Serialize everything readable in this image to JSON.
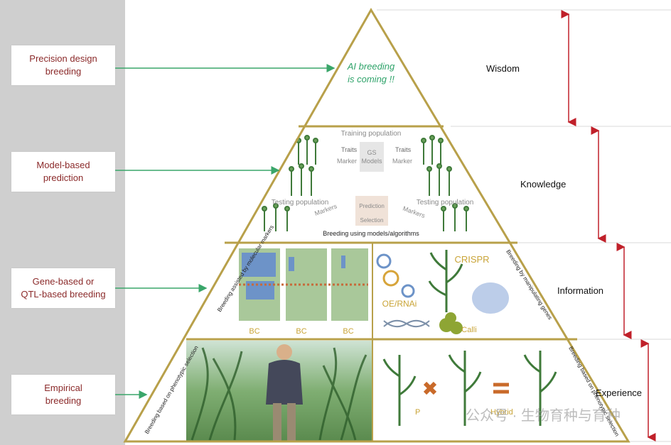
{
  "left_boxes": [
    {
      "line1": "Precision design",
      "line2": "breeding"
    },
    {
      "line1": "Model-based",
      "line2": "prediction"
    },
    {
      "line1": "Gene-based or",
      "line2": "QTL-based breeding"
    },
    {
      "line1": "Empirical",
      "line2": "breeding"
    }
  ],
  "levels": [
    "Wisdom",
    "Knowledge",
    "Information",
    "Experience"
  ],
  "apex": {
    "line1": "AI breeding",
    "line2": "is coming !!"
  },
  "model_tier": {
    "training_population": "Training population",
    "testing_population_left": "Testing population",
    "testing_population_right": "Testing population",
    "traits_left": "Traits",
    "marker_left": "Marker",
    "traits_right": "Traits",
    "marker_right": "Marker",
    "gs_line1": "GS",
    "gs_line2": "Models",
    "prediction": "Prediction",
    "selection": "Selection",
    "markers_left": "Markers",
    "markers_right": "Markers",
    "caption": "Breeding using models/algorithms"
  },
  "gene_tier": {
    "side_left": "Breeding assisted by molecular markers",
    "bc1": "BC",
    "bc2": "BC",
    "bc3": "BC",
    "oe_rnai": "OE/RNAi",
    "crispr": "CRISPR",
    "calli": "Calli",
    "side_right": "Breeding by manipulating genes"
  },
  "empirical_tier": {
    "side_left": "Breeding based on phenotypic selection",
    "p_label": "P",
    "hybrid_label": "Hybrid",
    "side_right": "Breeding based on phenotypic selection"
  },
  "watermark": "公众号 · 生物育种与育种",
  "colors": {
    "sidebar": "#cfcfcf",
    "box_text": "#8b2a2a",
    "arrow_green": "#3aa66a",
    "pyramid_border": "#b8a04a",
    "arrow_red": "#c0202a",
    "apex_text": "#2fa36a",
    "crop_green": "#3f7a3a"
  }
}
